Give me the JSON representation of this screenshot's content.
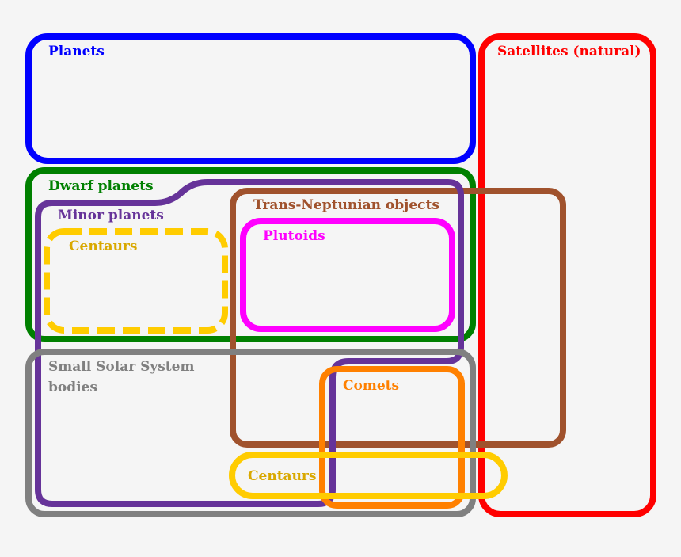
{
  "diagram": {
    "regions": [
      {
        "id": "planets",
        "label": "Planets",
        "color": "#0000ff"
      },
      {
        "id": "satellites",
        "label": "Satellites (natural)",
        "color": "#ff0000"
      },
      {
        "id": "dwarf_planets",
        "label": "Dwarf planets",
        "color": "#008000"
      },
      {
        "id": "minor_planets",
        "label": "Minor planets",
        "color": "#663399"
      },
      {
        "id": "trans_neptunian",
        "label": "Trans-Neptunian objects",
        "color": "#a0522d"
      },
      {
        "id": "plutoids",
        "label": "Plutoids",
        "color": "#ff00ff"
      },
      {
        "id": "centaurs_dashed",
        "label": "Centaurs",
        "color": "#ffcc00",
        "style": "dashed"
      },
      {
        "id": "small_bodies",
        "label": "Small Solar System bodies",
        "color": "#808080"
      },
      {
        "id": "comets",
        "label": "Comets",
        "color": "#ff8000"
      },
      {
        "id": "centaurs_solid",
        "label": "Centaurs",
        "color": "#ffcc00",
        "style": "solid"
      }
    ]
  }
}
